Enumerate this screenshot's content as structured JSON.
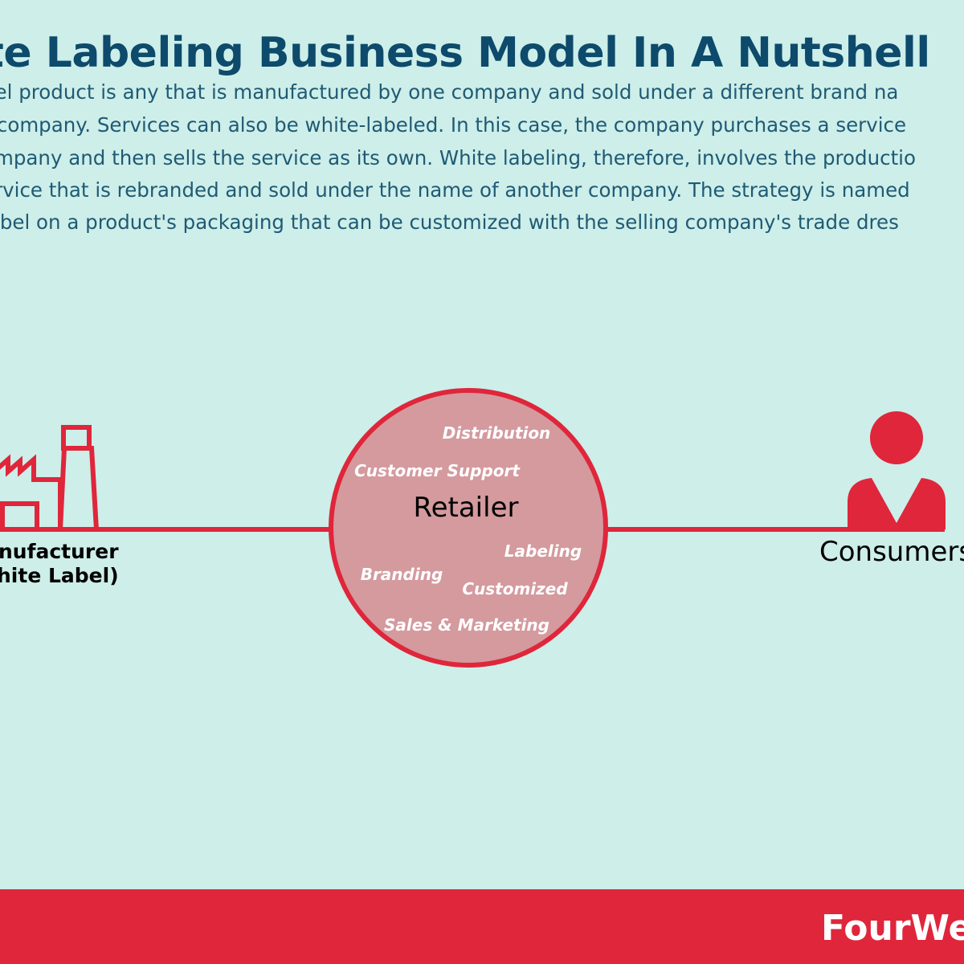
{
  "title": "te Labeling Business Model In A Nutshell",
  "description_lines": [
    "bel product is any that is manufactured by one company and sold under a different brand na",
    "r company. Services can also be white-labeled. In this case, the company purchases a service",
    "ompany and then sells the service as its own. White labeling, therefore, involves the productio",
    "ervice that is rebranded and sold under the name of another company. The strategy is named",
    "label on a product's packaging that can be customized with the selling company's trade dres"
  ],
  "diagram": {
    "manufacturer_line1": "nufacturer",
    "manufacturer_line2": "hite Label)",
    "retailer": "Retailer",
    "consumers": "Consumers",
    "retailer_functions": {
      "distribution": "Distribution",
      "customer_support": "Customer Support",
      "labeling": "Labeling",
      "branding": "Branding",
      "customized": "Customized",
      "sales_marketing": "Sales & Marketing"
    },
    "icons": [
      "factory-icon",
      "person-icon"
    ]
  },
  "footer": {
    "brand": "FourWe"
  },
  "colors": {
    "background": "#cdeee9",
    "accent_red": "#df263b",
    "circle_fill": "#d49a9e",
    "title_blue": "#0d4a6b",
    "text_blue": "#1f5a74"
  }
}
